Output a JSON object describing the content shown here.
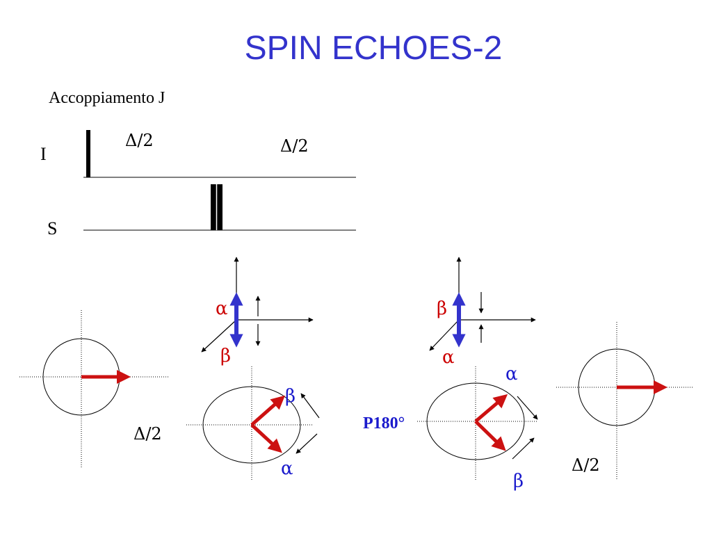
{
  "title": "SPIN ECHOES-2",
  "subtitle": "Accoppiamento J",
  "channels": {
    "i": "I",
    "s": "S"
  },
  "delay_label": "Δ/2",
  "pulse_label": "P180°",
  "spin_labels": {
    "alpha": "α",
    "beta": "β"
  },
  "colors": {
    "title": "#3333cc",
    "vector": "#cc1111",
    "spin_arrow": "#3333cc",
    "label_red": "#cc0000",
    "label_blue": "#1a1acc"
  }
}
